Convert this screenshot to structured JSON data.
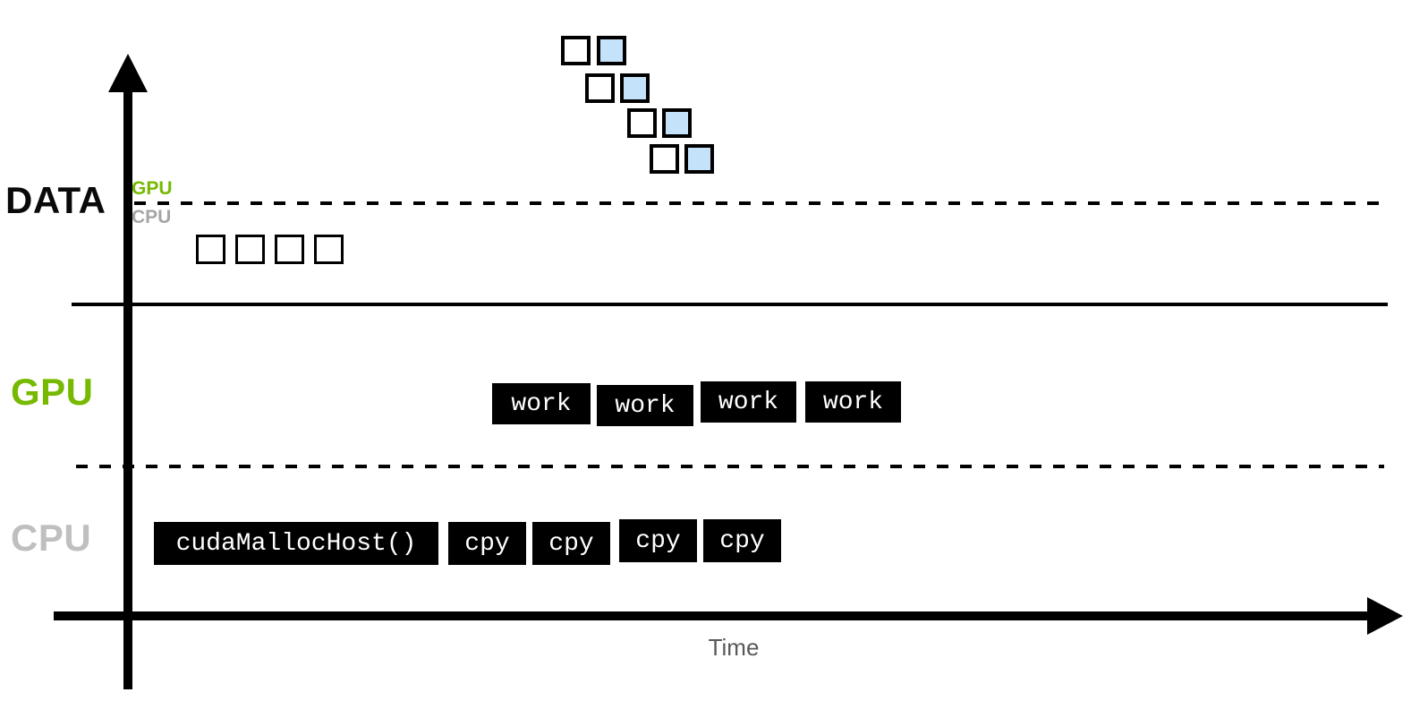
{
  "data_section": {
    "label": "DATA",
    "gpu_boundary_label": "GPU",
    "cpu_boundary_label": "CPU",
    "host_squares_count": 4,
    "transfer_pairs_count": 4
  },
  "gpu_lane": {
    "label": "GPU",
    "boxes": [
      {
        "label": "work"
      },
      {
        "label": "work"
      },
      {
        "label": "work"
      },
      {
        "label": "work"
      }
    ]
  },
  "cpu_lane": {
    "label": "CPU",
    "boxes": [
      {
        "label": "cudaMallocHost()"
      },
      {
        "label": "cpy"
      },
      {
        "label": "cpy"
      },
      {
        "label": "cpy"
      },
      {
        "label": "cpy"
      }
    ]
  },
  "time_axis": {
    "label": "Time"
  },
  "colors": {
    "nvidia_green": "#76B900",
    "cpu_lane_gray": "#BFBFBF",
    "boundary_cpu_gray": "#A6A6A6",
    "device_square_blue": "#C4E2F9",
    "task_box_black": "#000000",
    "time_label_gray": "#595959"
  }
}
